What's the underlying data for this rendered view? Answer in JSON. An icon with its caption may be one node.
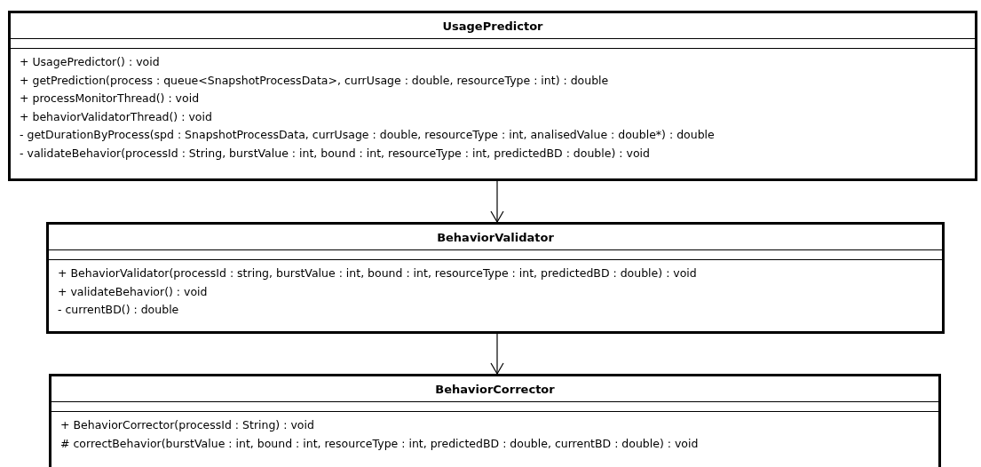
{
  "diagram": {
    "nodes": [
      {
        "text": [
          "UsagePredictor",
          "+ UsagePredictor() : void",
          "+ getPrediction(process : queue<SnapshotProcessData>, currUsage : double, resourceType : int) : double",
          "+ processMonitorThread() : void",
          "+ behaviorValidatorThread() : void",
          "- getDurationByProcess(spd : SnapshotProcessData, currUsage : double, resourceType : int, analisedValue : double*) : double",
          "- validateBehavior(processId : String, burstValue : int, bound : int, resourceType : int, predictedBD : double) : void"
        ]
      },
      {
        "text": [
          "BehaviorValidator",
          "+ BehaviorValidator(processId : string, burstValue : int, bound : int, resourceType : int, predictedBD : double) : void",
          "+ validateBehavior() : void",
          "- currentBD() : double"
        ]
      },
      {
        "text": [
          "BehaviorCorrector",
          "+ BehaviorCorrector(processId : String) : void",
          "# correctBehavior(burstValue : int, bound : int, resourceType : int, predictedBD : double, currentBD : double) : void"
        ]
      }
    ],
    "edges": [
      {
        "from": 0,
        "to": 1,
        "arrow": "to"
      },
      {
        "from": 1,
        "to": 2,
        "arrow": "to"
      }
    ]
  }
}
